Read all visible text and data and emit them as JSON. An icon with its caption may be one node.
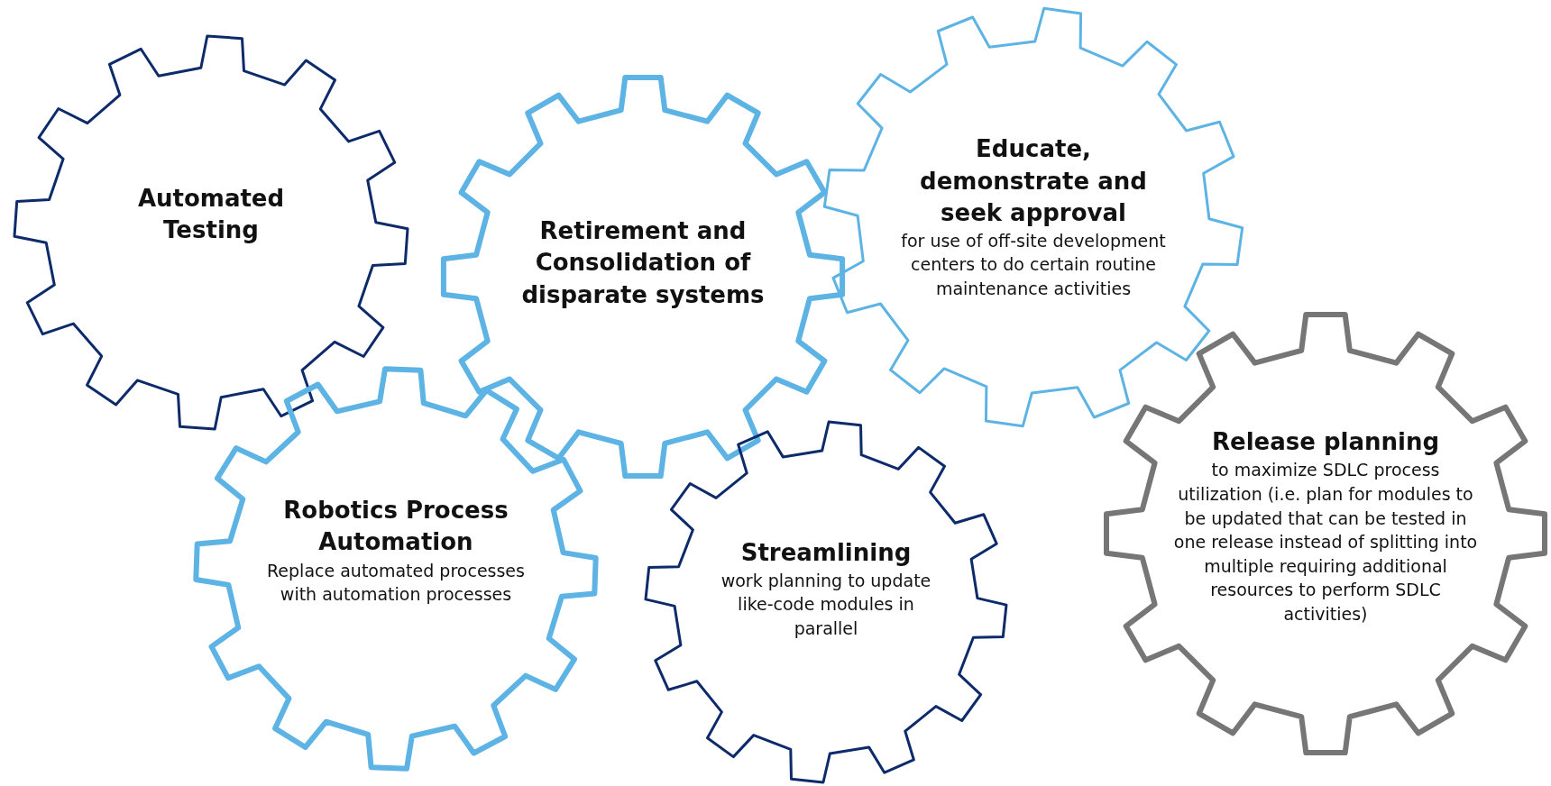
{
  "diagram": {
    "nodes": [
      {
        "text": [
          "Automated Testing"
        ]
      },
      {
        "text": [
          "Retirement and Consolidation of disparate systems"
        ]
      },
      {
        "text": [
          "Educate, demonstrate and seek approval",
          "for use of off-site development centers to do certain routine maintenance activities"
        ]
      },
      {
        "text": [
          "Robotics Process Automation",
          "Replace automated processes with automation processes"
        ]
      },
      {
        "text": [
          "Streamlining",
          "work planning to update like-code modules in parallel"
        ]
      },
      {
        "text": [
          "Release planning",
          "to maximize SDLC process utilization (i.e. plan for modules to be updated that can be tested in one release instead of splitting into multiple requiring additional resources to perform SDLC activities)"
        ]
      }
    ]
  }
}
